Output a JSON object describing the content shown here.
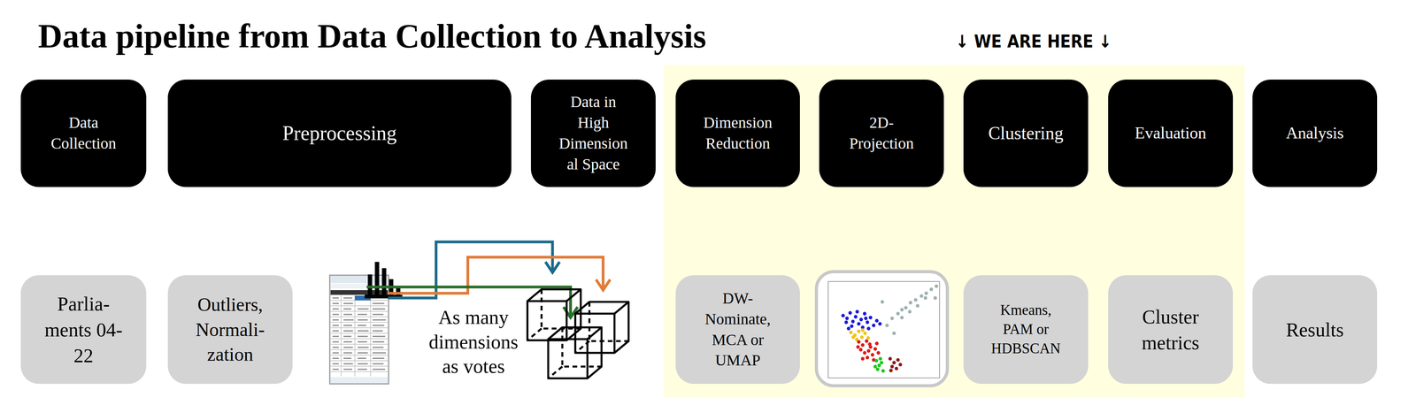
{
  "diagram": {
    "title": "Data pipeline from Data Collection to Analysis",
    "nodes": [
      {
        "text": [
          "Data Collection"
        ]
      },
      {
        "text": [
          "Preprocessing"
        ]
      },
      {
        "text": [
          "Data in High Dimension al Space"
        ]
      },
      {
        "text": [
          "Dimension Reduction"
        ]
      },
      {
        "text": [
          "2D-Projection"
        ]
      },
      {
        "text": [
          "Clustering"
        ]
      },
      {
        "text": [
          "Evaluation"
        ]
      },
      {
        "text": [
          "Analysis"
        ]
      },
      {
        "text": [
          "Parlia- ments 04-22"
        ]
      },
      {
        "text": [
          "Outliers, Normali- zation"
        ]
      },
      {
        "text": [
          "DW-Nominate, MCA or UMAP"
        ]
      },
      {
        "text": [
          "Kmeans, PAM or HDBSCAN"
        ]
      },
      {
        "text": [
          "Cluster metrics"
        ]
      },
      {
        "text": [
          "Results"
        ]
      }
    ],
    "labels": [
      "↓ WE ARE HERE ↓",
      "As many dimensions as votes"
    ]
  }
}
